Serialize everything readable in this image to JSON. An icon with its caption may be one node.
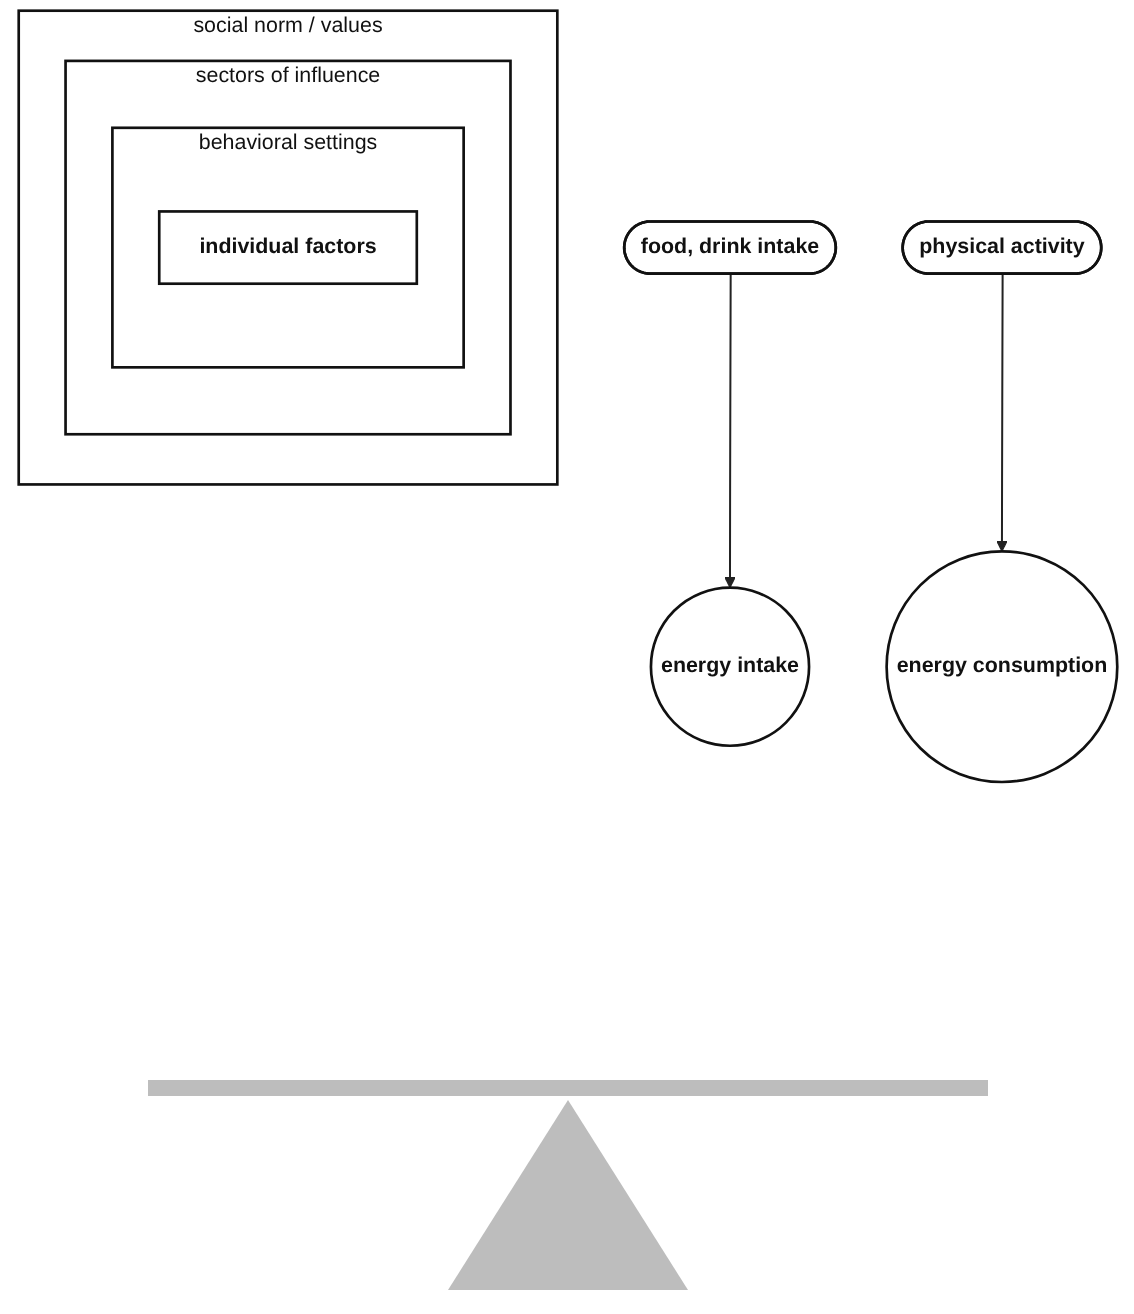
{
  "diagram": {
    "nodes": [
      {
        "text": [
          "social norm / values"
        ]
      },
      {
        "text": [
          "sectors of influence"
        ],
        "in": 0
      },
      {
        "text": [
          "behavioral settings"
        ],
        "in": 1
      },
      {
        "text": [
          "individual factors"
        ],
        "in": 2
      },
      {
        "text": [
          "food, drink intake"
        ]
      },
      {
        "text": [
          "physical activity"
        ]
      },
      {
        "text": [
          "energy intake"
        ]
      },
      {
        "text": [
          "energy consumption"
        ]
      }
    ],
    "edges": [
      {
        "from": 4,
        "to": 6,
        "arrow": "to"
      },
      {
        "from": 5,
        "to": 7,
        "arrow": "to"
      }
    ]
  }
}
